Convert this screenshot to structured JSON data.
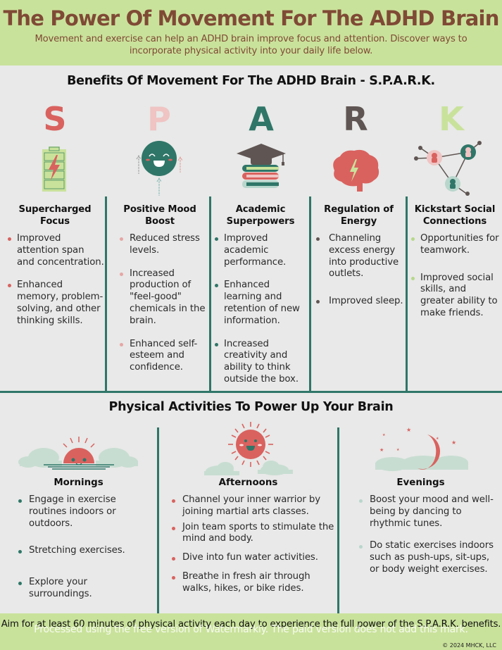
{
  "header": {
    "title": "The Power Of Movement For The ADHD Brain",
    "subtitle": "Movement and exercise can help an ADHD brain improve focus and attention.  Discover ways to incorporate physical activity into your daily life below."
  },
  "benefits": {
    "title": "Benefits Of Movement For The ADHD Brain - S.P.A.R.K.",
    "columns": [
      {
        "letter": "S",
        "color": "#d9625f",
        "icon": "battery-charging-icon",
        "heading": "Supercharged Focus",
        "items": [
          "Improved attention span and concentration.",
          "Enhanced memory, problem-solving, and other thinking skills."
        ]
      },
      {
        "letter": "P",
        "color": "#efc4c3",
        "icon": "smiley-face-icon",
        "heading": "Positive Mood Boost",
        "items": [
          "Reduced stress levels.",
          "Increased production of \"feel-good\" chemicals in the brain.",
          "Enhanced self-esteem and confidence."
        ]
      },
      {
        "letter": "A",
        "color": "#2f7668",
        "icon": "graduation-books-icon",
        "heading": "Academic Superpowers",
        "items": [
          "Improved academic performance.",
          "Enhanced learning and retention of new information.",
          "Increased creativity and ability to think outside the box."
        ]
      },
      {
        "letter": "R",
        "color": "#5f5552",
        "icon": "brain-lightning-icon",
        "heading": "Regulation of Energy",
        "items": [
          "Channeling excess energy into productive outlets.",
          "Improved sleep."
        ]
      },
      {
        "letter": "K",
        "color": "#c9e29b",
        "icon": "social-network-icon",
        "heading": "Kickstart Social Connections",
        "items": [
          "Opportunities for teamwork.",
          "Improved social skills, and greater ability to make friends."
        ]
      }
    ]
  },
  "activities": {
    "title": "Physical Activities To Power Up Your Brain",
    "columns": [
      {
        "heading": "Mornings",
        "icon": "sunrise-icon",
        "dot_color": "#2f7668",
        "items": [
          "Engage in exercise routines indoors or outdoors.",
          "Stretching exercises.",
          "Explore your surroundings."
        ]
      },
      {
        "heading": "Afternoons",
        "icon": "sun-icon",
        "dot_color": "#d9625f",
        "items": [
          "Channel your inner warrior by joining martial arts classes.",
          "Join team sports to stimulate the mind and body.",
          "Dive into fun water activities.",
          "Breathe in fresh air through walks, hikes, or bike rides."
        ]
      },
      {
        "heading": "Evenings",
        "icon": "moon-icon",
        "dot_color": "#b9d6cc",
        "items": [
          "Boost your mood and well-being by dancing to rhythmic tunes.",
          "Do static exercises indoors such as push-ups, sit-ups, or body weight exercises."
        ]
      }
    ]
  },
  "footer": {
    "text": "Aim for at least 60 minutes of physical activity each day to experience the full power of the S.P.A.R.K. benefits.",
    "copyright": "© 2024 MHCK, LLC",
    "watermark_notice": "Processed using the free version of Watermarkly. The paid version does not add this mark."
  },
  "colors": {
    "header_bg": "#c9e29b",
    "title_brown": "#7f4a35",
    "divider_teal": "#2f7668",
    "coral": "#d9625f",
    "page_bg": "#e8e9e8"
  }
}
